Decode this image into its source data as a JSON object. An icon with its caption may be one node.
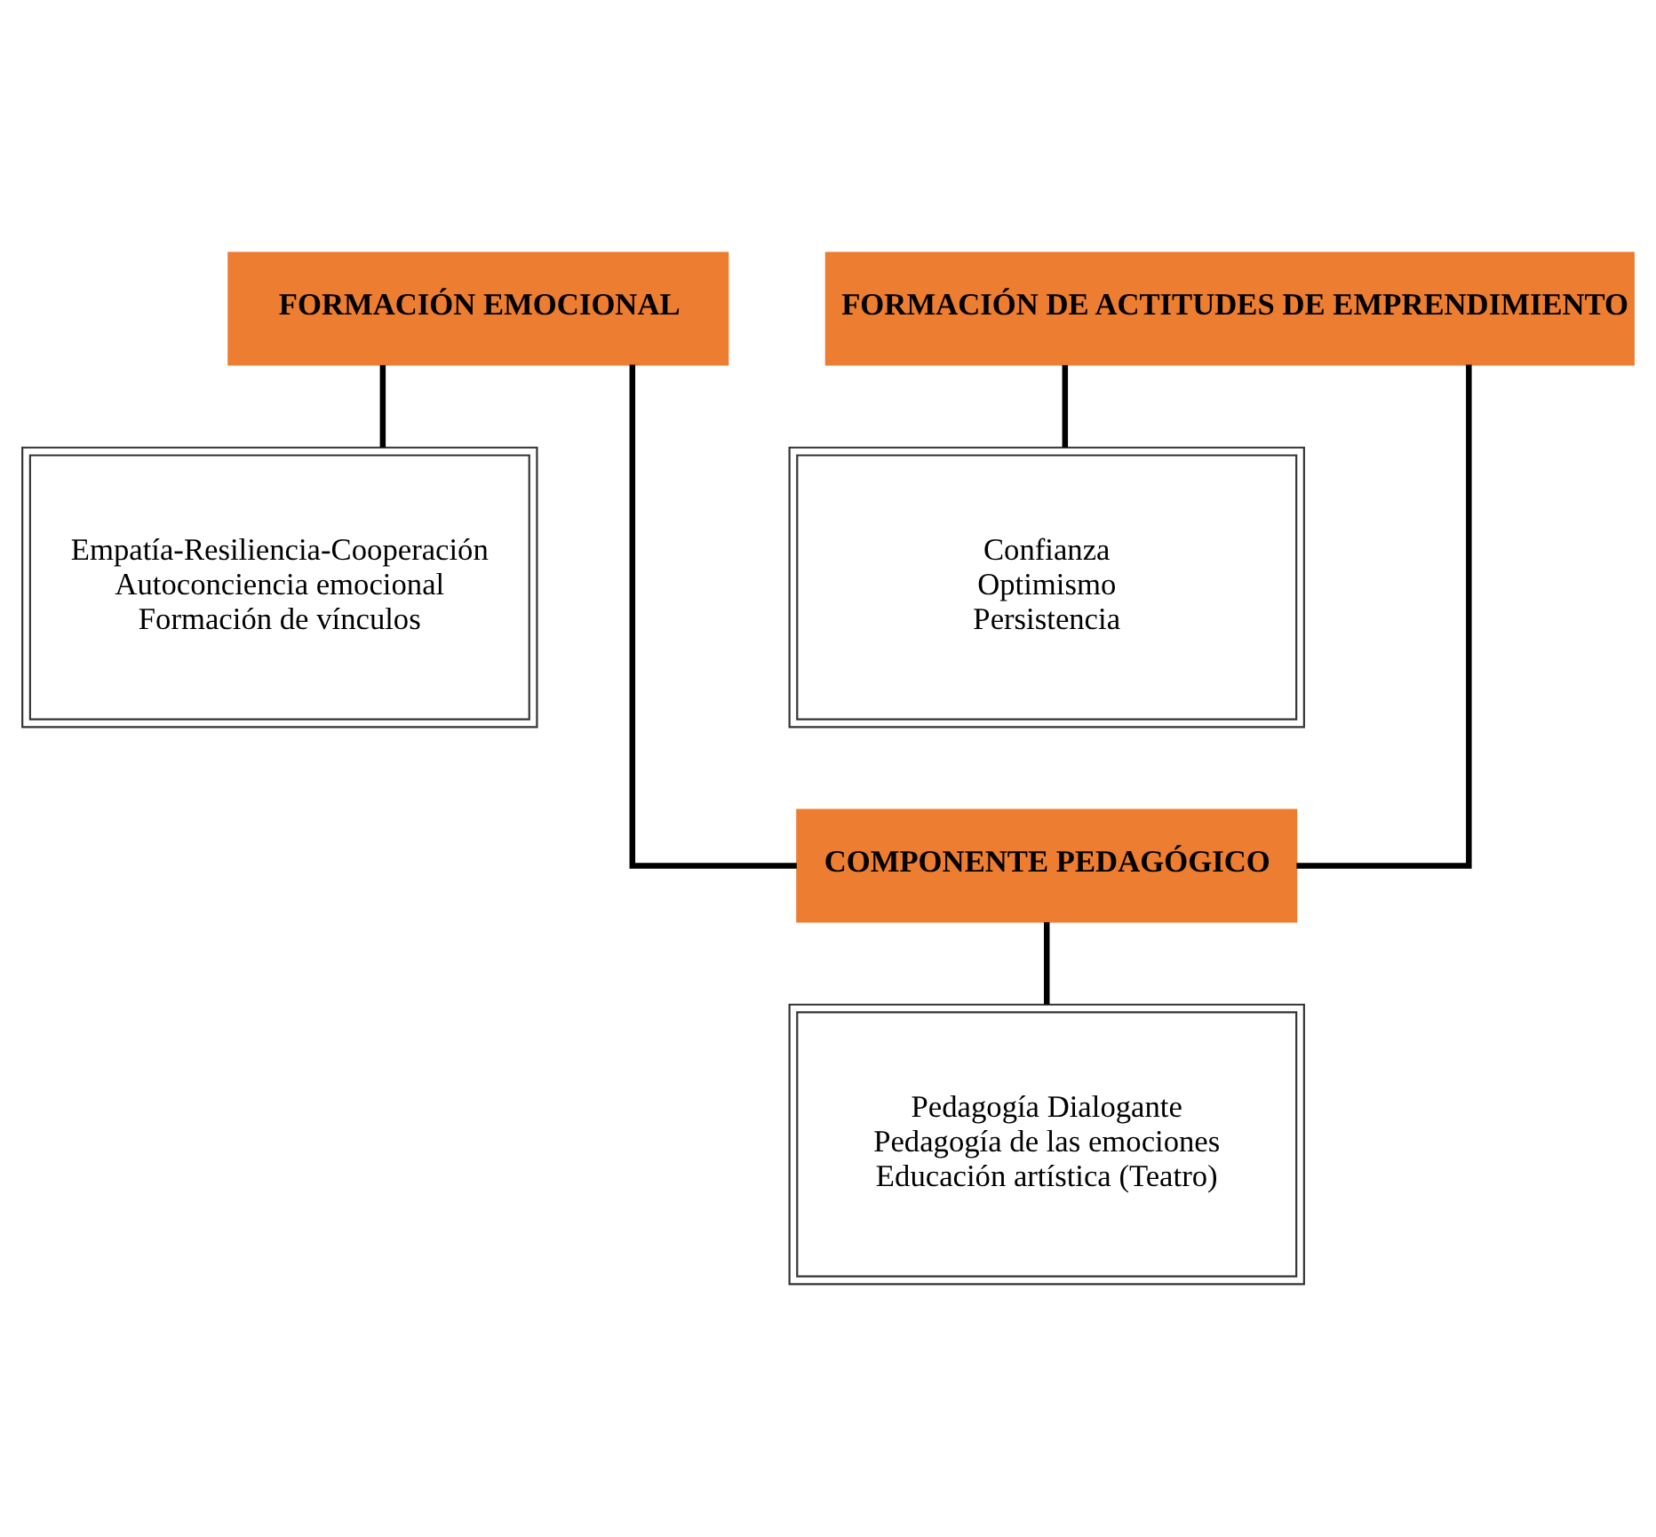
{
  "diagram": {
    "nodes": [
      {
        "text": [
          "FORMACIÓN EMOCIONAL"
        ]
      },
      {
        "text": [
          "FORMACIÓN DE ACTITUDES DE EMPRENDIMIENTO"
        ]
      },
      {
        "text": [
          "Empatía-Resiliencia-Cooperación",
          "Autoconciencia emocional",
          "Formación de vínculos"
        ]
      },
      {
        "text": [
          "Confianza",
          "Optimismo",
          "Persistencia"
        ]
      },
      {
        "text": [
          "COMPONENTE PEDAGÓGICO"
        ]
      },
      {
        "text": [
          "Pedagogía Dialogante",
          "Pedagogía de las emociones",
          "Educación artística (Teatro)"
        ]
      }
    ],
    "edges": [
      {
        "from": 0,
        "to": 2,
        "arrow": "none"
      },
      {
        "from": 1,
        "to": 3,
        "arrow": "none"
      },
      {
        "from": 0,
        "to": 4,
        "arrow": "none"
      },
      {
        "from": 1,
        "to": 4,
        "arrow": "none"
      },
      {
        "from": 4,
        "to": 5,
        "arrow": "none"
      }
    ]
  }
}
